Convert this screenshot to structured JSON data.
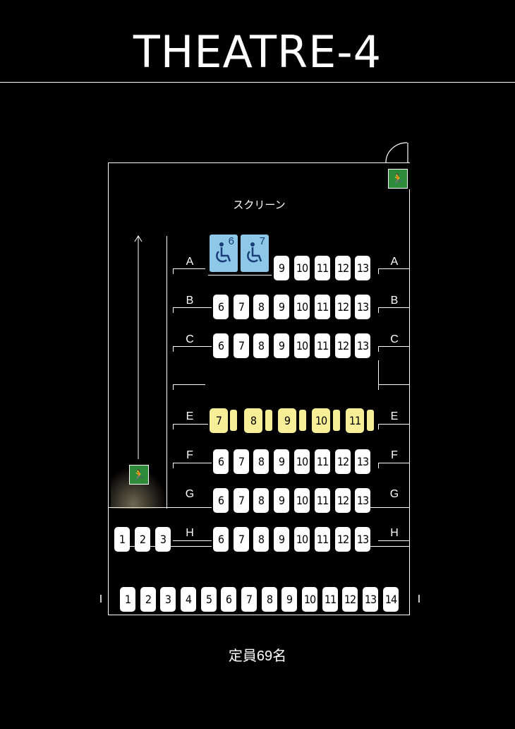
{
  "title": "THEATRE-4",
  "screen_label": "スクリーン",
  "capacity": "定員69名",
  "colors": {
    "wheelchair_seat": "#8dc8e8",
    "premium_seat": "#f6ef98",
    "exit_sign": "#2e8b3a"
  },
  "rows": {
    "A": {
      "label": "A",
      "wheelchair": [
        "6",
        "7"
      ],
      "seats": [
        "9",
        "10",
        "11",
        "12",
        "13"
      ]
    },
    "B": {
      "label": "B",
      "seats": [
        "6",
        "7",
        "8",
        "9",
        "10",
        "11",
        "12",
        "13"
      ]
    },
    "C": {
      "label": "C",
      "seats": [
        "6",
        "7",
        "8",
        "9",
        "10",
        "11",
        "12",
        "13"
      ]
    },
    "E": {
      "label": "E",
      "seats": [
        "7",
        "8",
        "9",
        "10",
        "11"
      ]
    },
    "F": {
      "label": "F",
      "seats": [
        "6",
        "7",
        "8",
        "9",
        "10",
        "11",
        "12",
        "13"
      ]
    },
    "G": {
      "label": "G",
      "seats": [
        "6",
        "7",
        "8",
        "9",
        "10",
        "11",
        "12",
        "13"
      ]
    },
    "H": {
      "label": "H",
      "left_seats": [
        "1",
        "2",
        "3"
      ],
      "seats": [
        "6",
        "7",
        "8",
        "9",
        "10",
        "11",
        "12",
        "13"
      ]
    },
    "I": {
      "label": "I",
      "seats": [
        "1",
        "2",
        "3",
        "4",
        "5",
        "6",
        "7",
        "8",
        "9",
        "10",
        "11",
        "12",
        "13",
        "14"
      ]
    }
  },
  "icons": {
    "wheelchair": "wheelchair-icon",
    "exit": "emergency-exit-icon",
    "aisle_arrow": "arrow-up-icon"
  }
}
